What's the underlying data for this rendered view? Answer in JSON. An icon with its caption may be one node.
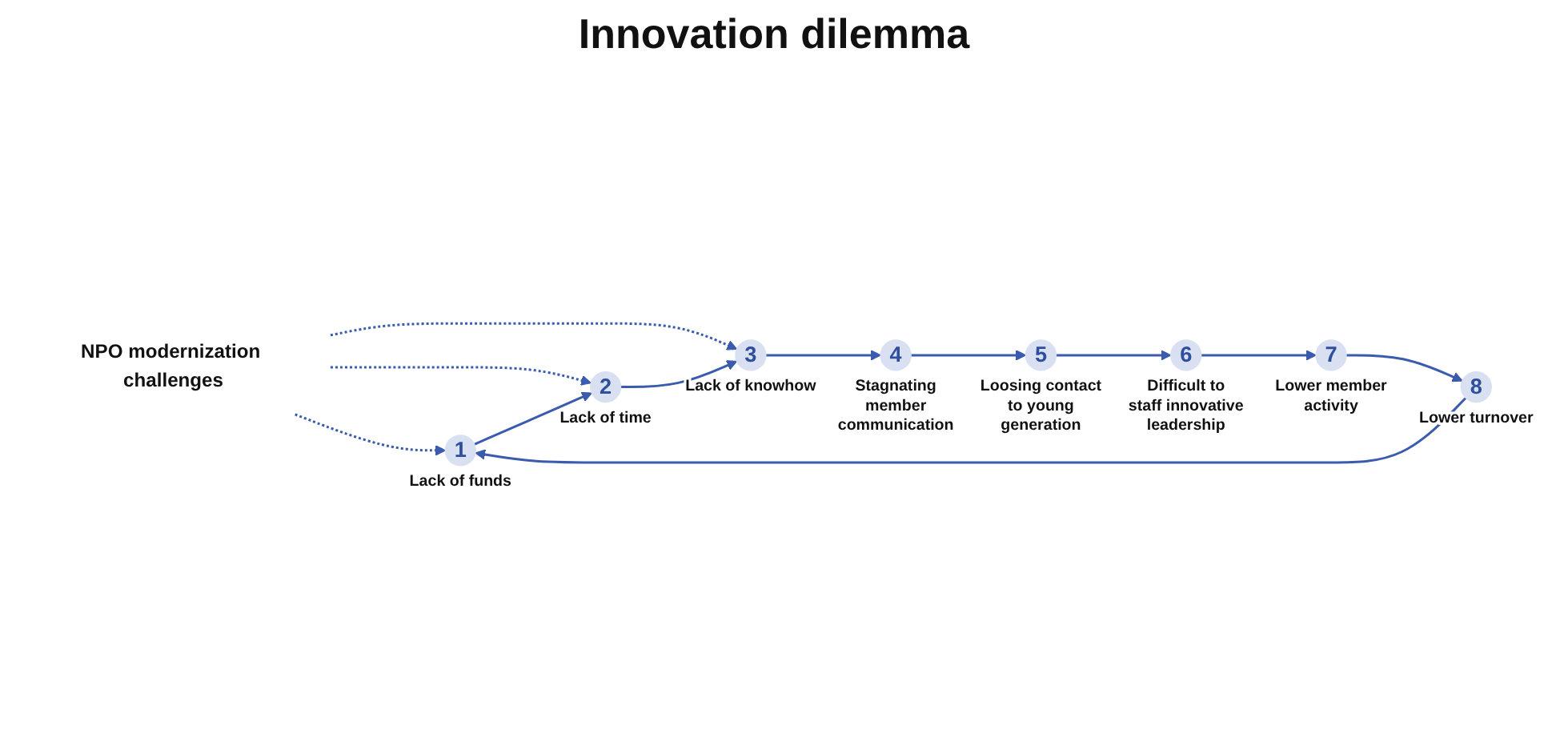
{
  "diagram": {
    "title": "Innovation dilemma",
    "nodes": [
      {
        "text": [
          "NPO modernization challenges"
        ]
      },
      {
        "text": [
          "1"
        ],
        "beside": [
          "Lack of funds"
        ]
      },
      {
        "text": [
          "2"
        ],
        "beside": [
          "Lack of time"
        ]
      },
      {
        "text": [
          "3"
        ],
        "beside": [
          "Lack of knowhow"
        ]
      },
      {
        "text": [
          "4"
        ],
        "beside": [
          "Stagnating member communication"
        ]
      },
      {
        "text": [
          "5"
        ],
        "beside": [
          "Loosing contact to young generation"
        ]
      },
      {
        "text": [
          "6"
        ],
        "beside": [
          "Difficult to staff innovative leadership"
        ]
      },
      {
        "text": [
          "7"
        ],
        "beside": [
          "Lower member activity"
        ]
      },
      {
        "text": [
          "8"
        ],
        "beside": [
          "Lower turnover"
        ]
      }
    ],
    "edges": [
      {
        "from": 0,
        "to": 1,
        "arrow": "to",
        "style": "dashed"
      },
      {
        "from": 0,
        "to": 2,
        "arrow": "to",
        "style": "dashed"
      },
      {
        "from": 0,
        "to": 3,
        "arrow": "to",
        "style": "dashed"
      },
      {
        "from": 1,
        "to": 2,
        "arrow": "to"
      },
      {
        "from": 2,
        "to": 3,
        "arrow": "to"
      },
      {
        "from": 3,
        "to": 4,
        "arrow": "to"
      },
      {
        "from": 4,
        "to": 5,
        "arrow": "to"
      },
      {
        "from": 5,
        "to": 6,
        "arrow": "to"
      },
      {
        "from": 6,
        "to": 7,
        "arrow": "to"
      },
      {
        "from": 7,
        "to": 8,
        "arrow": "to"
      },
      {
        "from": 8,
        "to": 1,
        "arrow": "to"
      }
    ]
  }
}
